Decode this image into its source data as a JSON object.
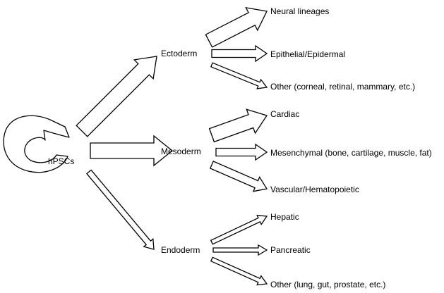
{
  "source": {
    "label": "hPSCs"
  },
  "germ_layers": [
    {
      "id": "ectoderm",
      "label": "Ectoderm",
      "lineages": [
        {
          "id": "neural",
          "label": "Neural lineages",
          "emphasis": 3
        },
        {
          "id": "epithelial",
          "label": "Epithelial/Epidermal",
          "emphasis": 2
        },
        {
          "id": "other-ecto",
          "label": "Other (corneal, retinal, mammary, etc.)",
          "emphasis": 1
        }
      ]
    },
    {
      "id": "mesoderm",
      "label": "Mesoderm",
      "lineages": [
        {
          "id": "cardiac",
          "label": "Cardiac",
          "emphasis": 3
        },
        {
          "id": "mesenchymal",
          "label": "Mesenchymal (bone, cartilage, muscle, fat)",
          "emphasis": 2
        },
        {
          "id": "vascular",
          "label": "Vascular/Hematopoietic",
          "emphasis": 2
        }
      ]
    },
    {
      "id": "endoderm",
      "label": "Endoderm",
      "lineages": [
        {
          "id": "hepatic",
          "label": "Hepatic",
          "emphasis": 1
        },
        {
          "id": "pancreatic",
          "label": "Pancreatic",
          "emphasis": 1
        },
        {
          "id": "other-endo",
          "label": "Other (lung, gut, prostate, etc.)",
          "emphasis": 1
        }
      ]
    }
  ]
}
